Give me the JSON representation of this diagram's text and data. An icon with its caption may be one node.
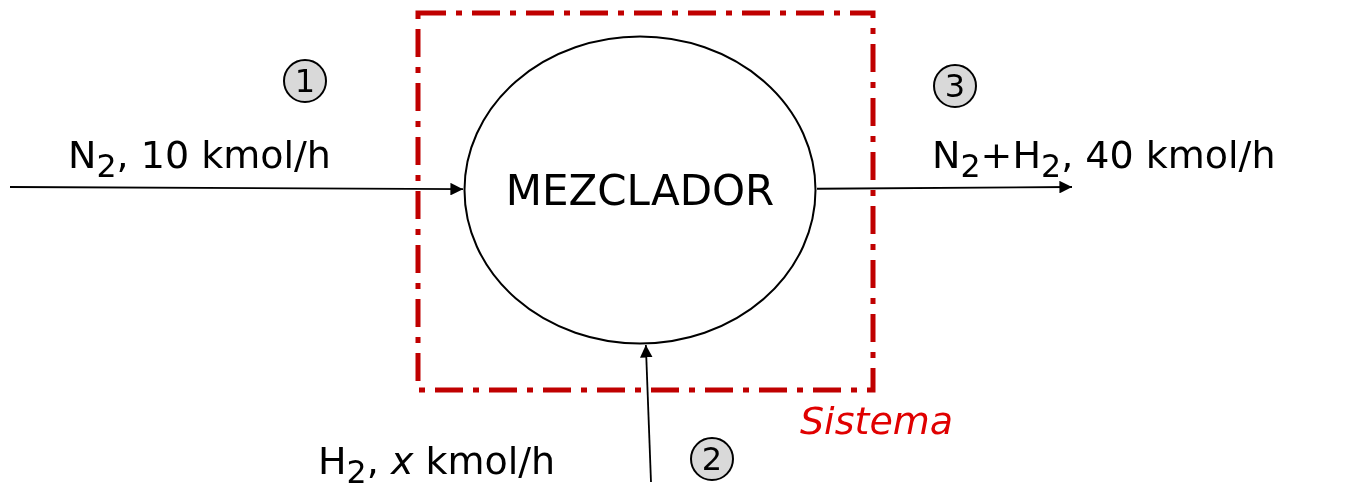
{
  "diagram": {
    "nodes": [
      {
        "text": [
          "Sistema"
        ]
      },
      {
        "text": [
          "MEZCLADOR"
        ],
        "in": 0
      }
    ],
    "edges": [
      {
        "from": null,
        "to": 1,
        "arrow": "to",
        "label": "N$_{2}$, 10 kmol/h"
      },
      {
        "from": 1,
        "to": null,
        "arrow": "to",
        "label": "N$_{2}$+H$_{2}$, 40 kmol/h"
      },
      {
        "from": null,
        "to": 1,
        "arrow": "to",
        "label": "H$_{2}$, *x* kmol/h"
      }
    ],
    "labels": [
      "1",
      "3",
      "2"
    ]
  }
}
